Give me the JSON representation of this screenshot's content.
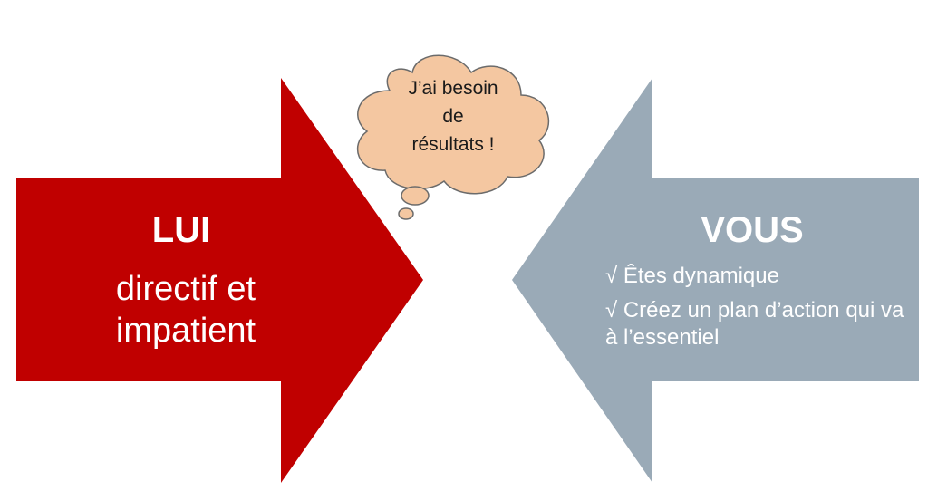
{
  "left_arrow": {
    "title": "LUI",
    "description_lines": [
      "directif et",
      "impatient"
    ],
    "color": "#c00000"
  },
  "right_arrow": {
    "title": "VOUS",
    "items": [
      "√ Êtes dynamique",
      "√ Créez un plan d’action qui va à l’essentiel"
    ],
    "color": "#9aaab7"
  },
  "thought_bubble": {
    "lines": [
      "J’ai besoin",
      "de",
      "résultats !"
    ],
    "fill": "#f4c7a1",
    "stroke": "#6b6b6b"
  }
}
